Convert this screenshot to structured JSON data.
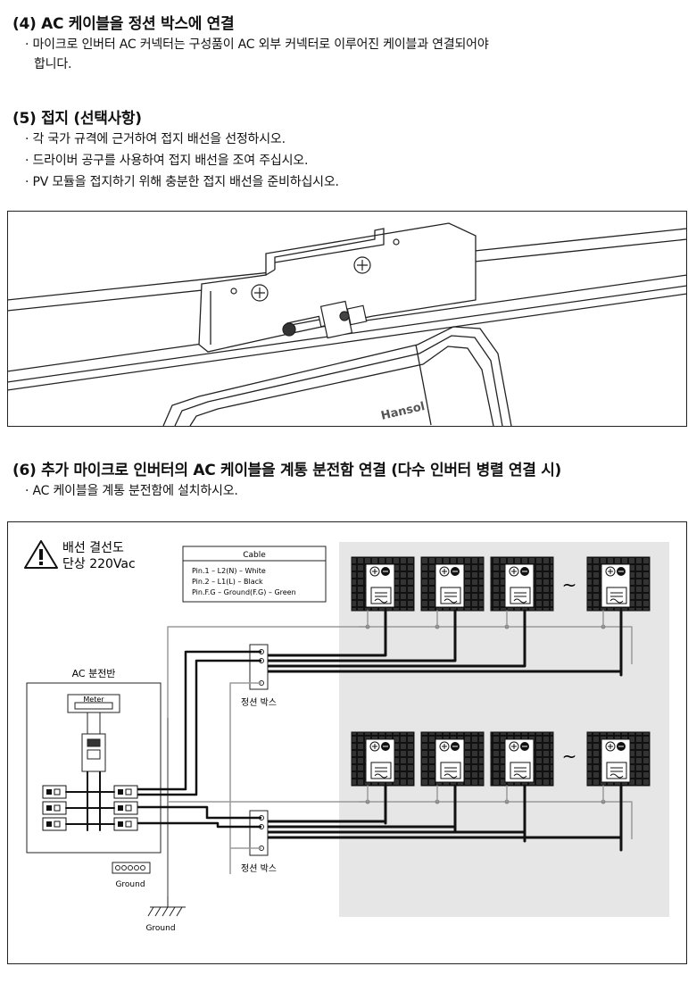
{
  "sec4": {
    "heading": "(4) AC 케이블을 정션 박스에 연결",
    "line1": "· 마이크로 인버터 AC 커넥터는 구성품이 AC 외부 커넥터로 이루어진 케이블과 연결되어야",
    "line2": "합니다."
  },
  "sec5": {
    "heading": "(5) 접지 (선택사항)",
    "items": [
      "· 각 국가 규격에 근거하여 접지 배선을 선정하시오.",
      "· 드라이버 공구를 사용하여 접지 배선을 조여 주십시오.",
      "· PV 모듈을 접지하기 위해 충분한 접지 배선을 준비하십시오."
    ]
  },
  "figure1": {
    "brand": "Hansol"
  },
  "sec6": {
    "heading": "(6) 추가 마이크로 인버터의 AC 케이블을 계통 분전함 연결 (다수 인버터 병렬 연결 시)",
    "line1": "· AC 케이블을 계통 분전함에 설치하시오."
  },
  "diagram": {
    "warn_line1": "배선 결선도",
    "warn_line2": "단상 220Vac",
    "cable_title": "Cable",
    "cable_pins": [
      "Pin.1 – L2(N) – White",
      "Pin.2 – L1(L) – Black",
      "Pin.F.G – Ground(F.G) – Green"
    ],
    "ac_panel": "AC 분전반",
    "meter": "Meter",
    "junction_top": "정션 박스",
    "junction_bottom": "정션 박스",
    "ground_bar": "Ground",
    "ground_symbol": "Ground",
    "tilde": "~"
  },
  "colors": {
    "panel_bg": "#e6e6e6",
    "wire_black": "#111111",
    "wire_gray": "#9a9a9a"
  }
}
